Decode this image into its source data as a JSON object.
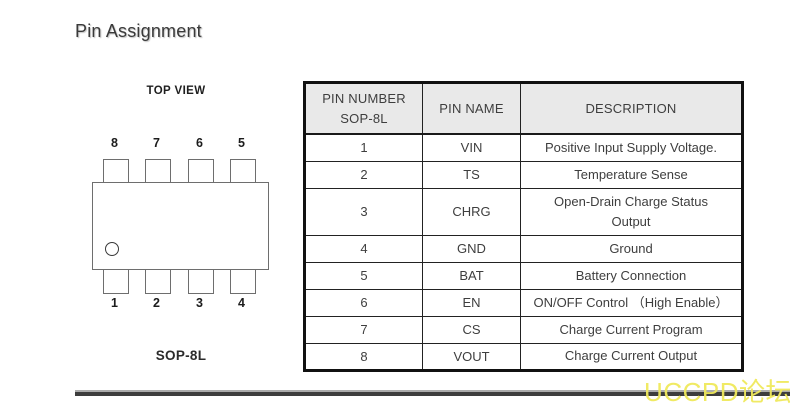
{
  "page": {
    "title": "Pin Assignment",
    "watermark_text": "UCCPD论坛"
  },
  "diagram": {
    "view_label": "TOP VIEW",
    "package_label": "SOP-8L",
    "top_pins": [
      "8",
      "7",
      "6",
      "5"
    ],
    "bottom_pins": [
      "1",
      "2",
      "3",
      "4"
    ]
  },
  "pin_table": {
    "header": {
      "col1_line1": "PIN NUMBER",
      "col1_line2": "SOP-8L",
      "col2": "PIN NAME",
      "col3": "DESCRIPTION"
    },
    "rows": [
      {
        "number": "1",
        "name": "VIN",
        "description": "Positive Input Supply Voltage."
      },
      {
        "number": "2",
        "name": "TS",
        "description": "Temperature Sense"
      },
      {
        "number": "3",
        "name": "CHRG",
        "description": "Open-Drain Charge Status\nOutput"
      },
      {
        "number": "4",
        "name": "GND",
        "description": "Ground"
      },
      {
        "number": "5",
        "name": "BAT",
        "description": "Battery Connection"
      },
      {
        "number": "6",
        "name": "EN",
        "description": "ON/OFF Control （High Enable）"
      },
      {
        "number": "7",
        "name": "CS",
        "description": "Charge Current Program"
      },
      {
        "number": "8",
        "name": "VOUT",
        "description": "Charge Current Output"
      }
    ]
  },
  "colors": {
    "header_bg": "#E9E9E9",
    "table_border": "#111111",
    "chip_outline": "#6E6E6E",
    "watermark": "#F0E95C",
    "footer_rule_dark": "#3D3D3D",
    "footer_rule_light": "#ABABAB"
  }
}
